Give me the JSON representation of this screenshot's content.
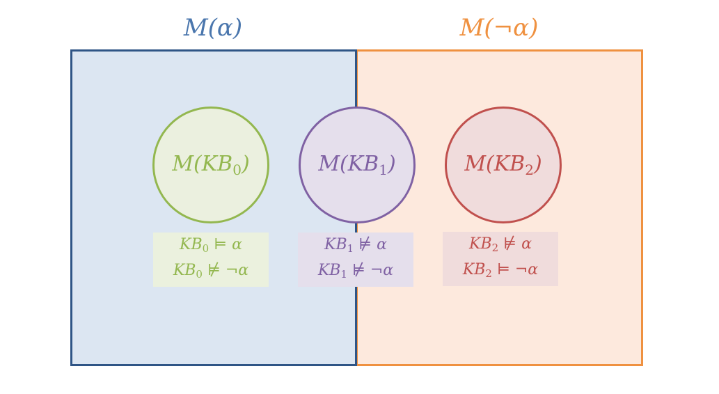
{
  "titles": {
    "models_alpha": "M(α)",
    "models_not_alpha": "M(¬α)"
  },
  "circles": [
    {
      "base": "M(KB",
      "sub": "0",
      "close": ")"
    },
    {
      "base": "M(KB",
      "sub": "1",
      "close": ")"
    },
    {
      "base": "M(KB",
      "sub": "2",
      "close": ")"
    }
  ],
  "boxes": [
    {
      "line1": {
        "kb": "KB",
        "sub": "0",
        "rel": " ⊨ α"
      },
      "line2": {
        "kb": "KB",
        "sub": "0",
        "rel": " ⊭ ¬α"
      }
    },
    {
      "line1": {
        "kb": "KB",
        "sub": "1",
        "rel": " ⊭ α"
      },
      "line2": {
        "kb": "KB",
        "sub": "1",
        "rel": " ⊭ ¬α"
      }
    },
    {
      "line1": {
        "kb": "KB",
        "sub": "2",
        "rel": " ⊭ α"
      },
      "line2": {
        "kb": "KB",
        "sub": "2",
        "rel": " ⊨ ¬α"
      }
    }
  ],
  "colors": {
    "alpha_text": "#4a76ad",
    "alpha_fill": "#dce6f2",
    "alpha_border": "#2f5586",
    "not_alpha": "#ef9140",
    "not_alpha_fill": "#fde9dd",
    "kb0": "#93b74f",
    "kb1": "#7f61a3",
    "kb2": "#c0504d"
  }
}
